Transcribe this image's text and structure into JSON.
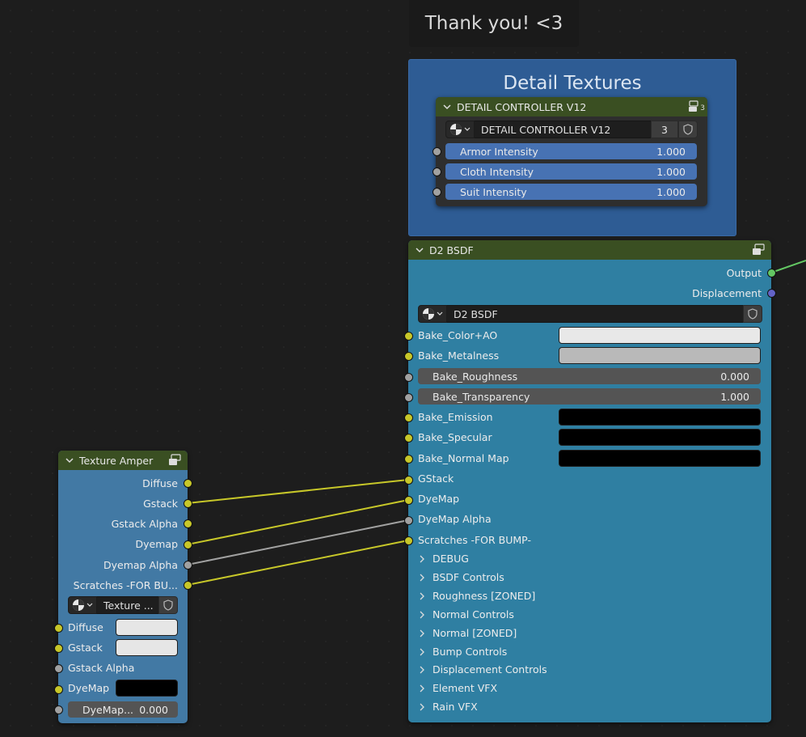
{
  "thank_you": "Thank you! <3",
  "frame": {
    "title": "Detail Textures"
  },
  "detail_controller": {
    "header": "DETAIL CONTROLLER V12",
    "header_user_count": "3",
    "group_name": "DETAIL CONTROLLER V12",
    "user_count": "3",
    "inputs": [
      {
        "label": "Armor Intensity",
        "value": "1.000"
      },
      {
        "label": "Cloth Intensity",
        "value": "1.000"
      },
      {
        "label": "Suit Intensity",
        "value": "1.000"
      }
    ]
  },
  "d2_bsdf": {
    "header": "D2 BSDF",
    "outputs": [
      "Output",
      "Displacement"
    ],
    "group_name": "D2 BSDF",
    "color_inputs": [
      {
        "label": "Bake_Color+AO",
        "color": "#e8e8e8"
      },
      {
        "label": "Bake_Metalness",
        "color": "#b9b9b9"
      }
    ],
    "value_inputs": [
      {
        "label": "Bake_Roughness",
        "value": "0.000"
      },
      {
        "label": "Bake_Transparency",
        "value": "1.000"
      }
    ],
    "color_inputs_2": [
      {
        "label": "Bake_Emission",
        "color": "#000000"
      },
      {
        "label": "Bake_Specular",
        "color": "#000000"
      },
      {
        "label": "Bake_Normal Map",
        "color": "#000000"
      }
    ],
    "linked_inputs": [
      "GStack",
      "DyeMap",
      "DyeMap Alpha",
      "Scratches -FOR BUMP-"
    ],
    "panels": [
      "DEBUG",
      "BSDF Controls",
      "Roughness [ZONED]",
      "Normal Controls",
      "Normal [ZONED]",
      "Bump Controls",
      "Displacement Controls",
      "Element VFX",
      "Rain VFX"
    ]
  },
  "texture_amper": {
    "header": "Texture Amper",
    "outputs": [
      "Diffuse",
      "Gstack",
      "Gstack Alpha",
      "Dyemap",
      "Dyemap Alpha",
      "Scratches -FOR BU..."
    ],
    "group_name": "Texture ...",
    "inputs": [
      {
        "label": "Diffuse",
        "color": "#e6e6e6"
      },
      {
        "label": "Gstack",
        "color": "#e6e6e6"
      },
      {
        "label": "Gstack Alpha"
      },
      {
        "label": "DyeMap",
        "color": "#000000"
      }
    ],
    "slider": {
      "label": "DyeMap...",
      "value": "0.000"
    }
  },
  "colors": {
    "yellow_socket": "#c7c729",
    "gray_socket": "#a1a1a1",
    "node_header": "#3a4f22",
    "frame": "#2e5c94"
  }
}
